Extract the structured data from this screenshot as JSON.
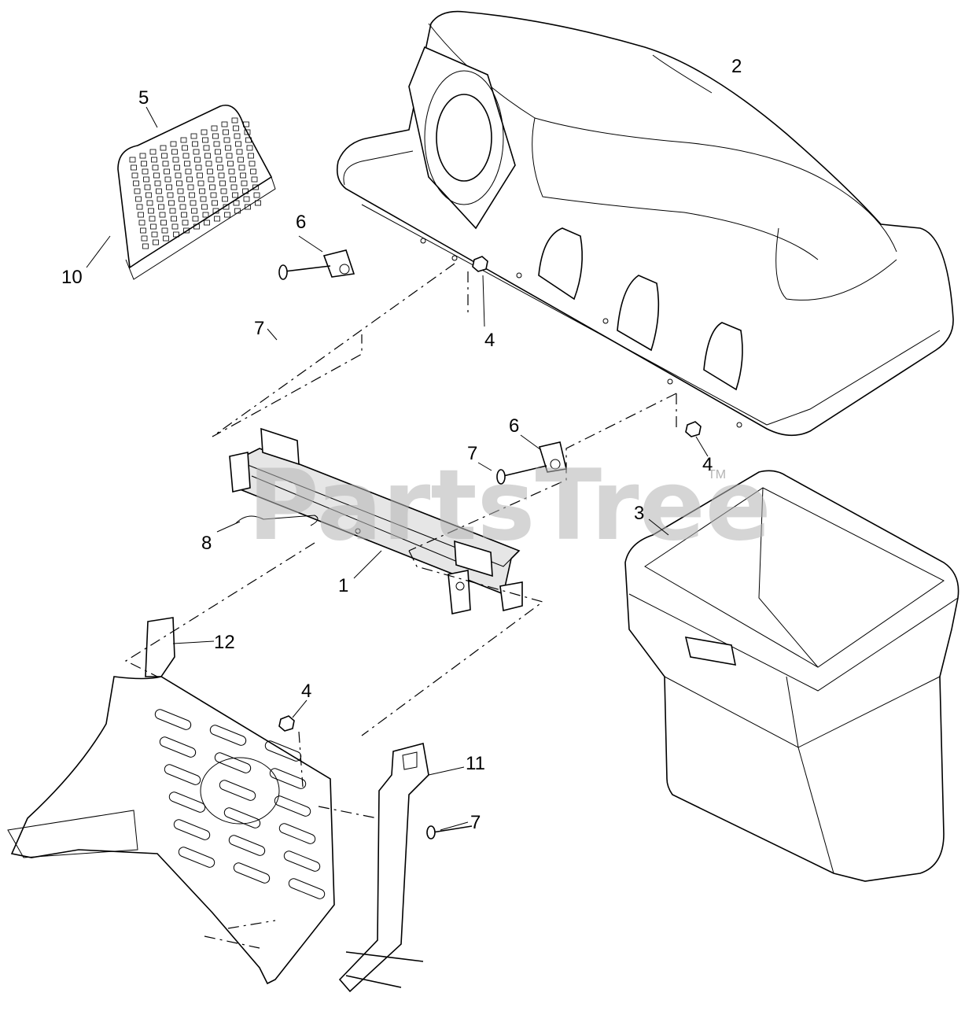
{
  "watermark": {
    "text": "PartsTree",
    "trademark": "TM"
  },
  "callouts": {
    "c1": "1",
    "c2": "2",
    "c3": "3",
    "c4a": "4",
    "c4b": "4",
    "c4c": "4",
    "c5": "5",
    "c6a": "6",
    "c6b": "6",
    "c7a": "7",
    "c7b": "7",
    "c7c": "7",
    "c8": "8",
    "c10": "10",
    "c11": "11",
    "c12": "12"
  }
}
